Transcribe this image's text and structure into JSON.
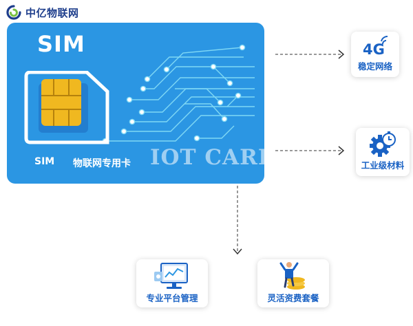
{
  "brand": {
    "name": "中亿物联网"
  },
  "card": {
    "title": "SIM",
    "bottom_left": "SIM",
    "bottom_subtitle": "物联网专用卡",
    "watermark": "IOT CARD"
  },
  "features": {
    "network": {
      "badge": "4G",
      "label": "稳定网络",
      "icon": "4g-signal-icon"
    },
    "material": {
      "label": "工业级材料",
      "icon": "gear-stopwatch-icon"
    },
    "platform": {
      "label": "专业平台管理",
      "icon": "monitor-dashboard-icon"
    },
    "plan": {
      "label": "灵活资费套餐",
      "icon": "person-coins-icon"
    }
  },
  "colors": {
    "card": "#2b96e3",
    "circuit": "#7fd8f5",
    "chip": "#f0b820",
    "accent_blue": "#1a62c4",
    "brand_navy": "#1e3e8c",
    "brand_green": "#7ac143"
  }
}
